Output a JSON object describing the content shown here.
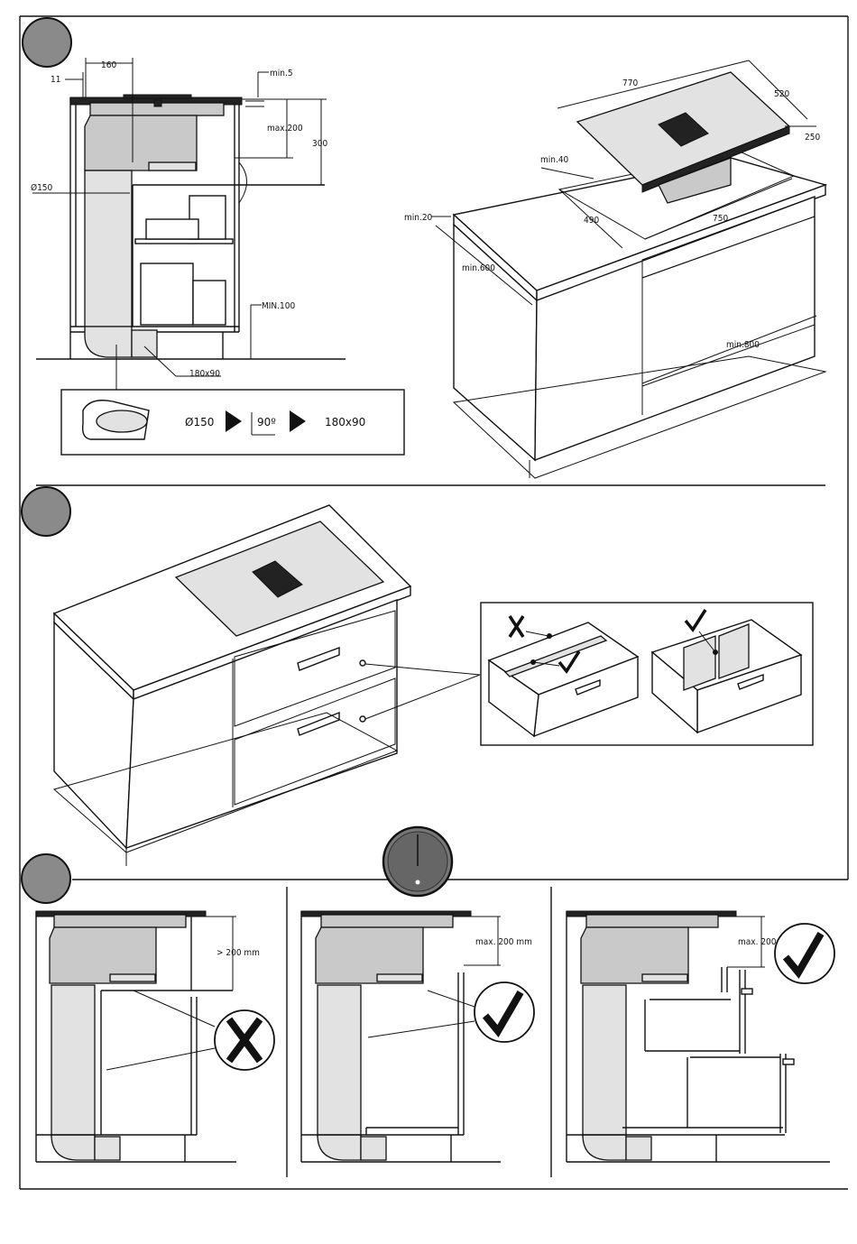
{
  "step_markers": [
    {
      "name": "step-1-marker",
      "color": "#8a8a8a"
    },
    {
      "name": "step-2-marker",
      "color": "#8a8a8a"
    },
    {
      "name": "step-3-marker",
      "color": "#8a8a8a"
    }
  ],
  "section1": {
    "side_view": {
      "dim_160": "160",
      "dim_11": "11",
      "dim_min5": "min.5",
      "dim_max200": "max.200",
      "dim_300": "300",
      "dim_d150": "Ø150",
      "dim_min100": "MIN.100",
      "dim_duct": "180x90"
    },
    "adapter_box": {
      "from": "Ø150",
      "angle": "90º",
      "to": "180x90"
    },
    "iso_view": {
      "dim_770": "770",
      "dim_520": "520",
      "dim_250": "250",
      "dim_min40": "min.40",
      "dim_490": "490",
      "dim_750": "750",
      "dim_min20": "min.20",
      "dim_min600": "min.600",
      "dim_min800": "min.800"
    }
  },
  "section2": {
    "wrong_mark": "wrong-icon",
    "right_mark": "check-icon"
  },
  "section3": {
    "panel_a": {
      "dim": "> 200 mm",
      "verdict": "wrong-icon"
    },
    "panel_b": {
      "dim": "max. 200 mm",
      "verdict": "check-icon"
    },
    "panel_c": {
      "dim": "max. 200 mm",
      "verdict": "check-icon"
    }
  },
  "colors": {
    "marker": "#8a8a8a",
    "grey_fill": "#c9c9c9",
    "light_fill": "#e2e2e2",
    "ink": "#111111"
  }
}
